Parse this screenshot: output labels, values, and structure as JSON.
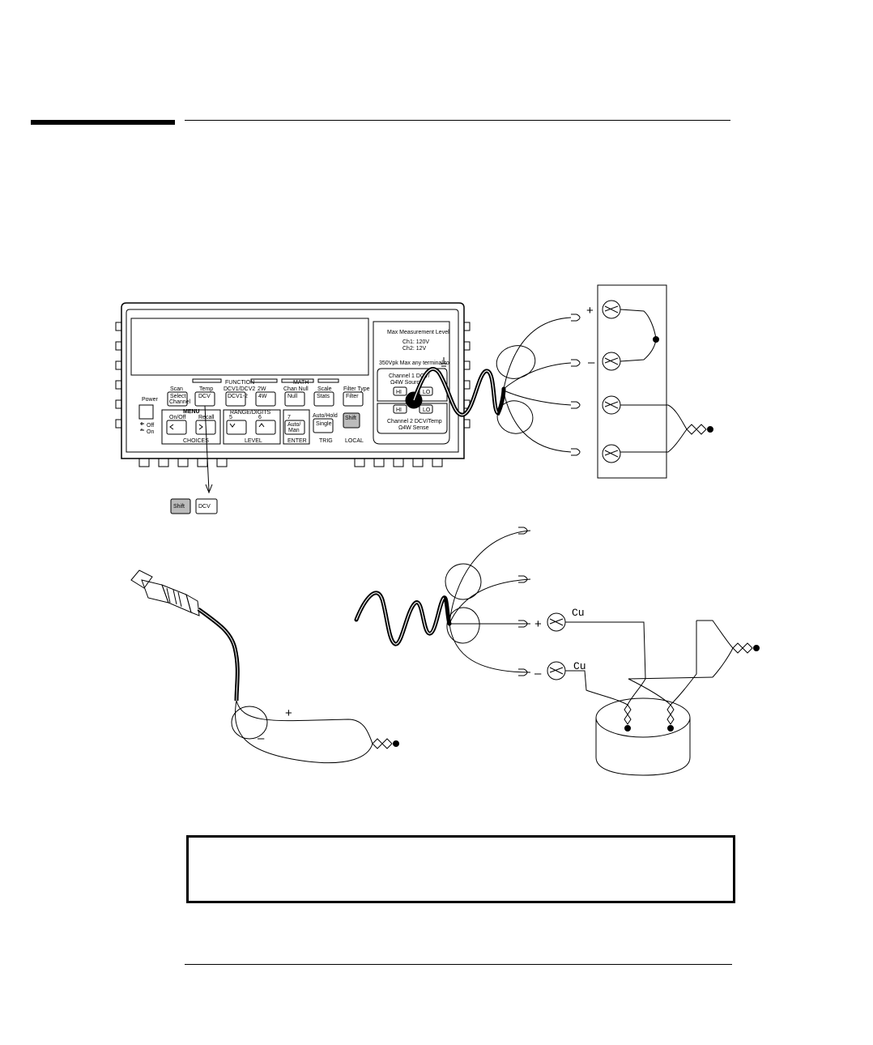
{
  "meter": {
    "labels": {
      "power": "Power",
      "off": "Off",
      "on": "On",
      "scan": "Scan",
      "select_channel_1": "Select",
      "select_channel_2": "Channel",
      "function": "FUNCTION",
      "temp": "Temp",
      "dcv_key": "DCV",
      "dcv_ratio": "DCV1/DCV2",
      "dcv_diff": "DCV1-2",
      "ohm_4w_top": "2W",
      "ohm_4w": "4W",
      "math": "MATH",
      "chan_null": "Chan Null",
      "null_key": "Null",
      "scale": "Scale",
      "stats_key": "Stats",
      "filter_type": "Filter Type",
      "filter_key": "Filter",
      "menu": "MENU",
      "on_off": "On/Off",
      "recall": "Recall",
      "range_digits": "RANGE/DIGITS",
      "d5": "5",
      "d6": "6",
      "d7": "7",
      "auto_man_1": "Auto/",
      "auto_man_2": "Man",
      "auto_hold": "Auto/Hold",
      "single": "Single",
      "shift": "Shift",
      "choices": "CHOICES",
      "level": "LEVEL",
      "enter": "ENTER",
      "trig": "TRIG",
      "local": "LOCAL",
      "max_meas": "Max Measurement Level",
      "ch1_limit": "Ch1: 120V",
      "ch2_limit": "Ch2: 12V",
      "max_any": "350Vpk Max any terminal to",
      "ch1_title": "Channel 1 DCV/",
      "ch1_sub": "Ω4W Source",
      "ch2_title": "Channel 2 DCV/Temp",
      "ch2_sub": "Ω4W Sense",
      "hi": "HI",
      "lo": "LO"
    }
  },
  "keys_shown": {
    "shift": "Shift",
    "dcv": "DCV"
  },
  "polarity": {
    "plus": "+",
    "minus": "–"
  },
  "copper": "Cu"
}
